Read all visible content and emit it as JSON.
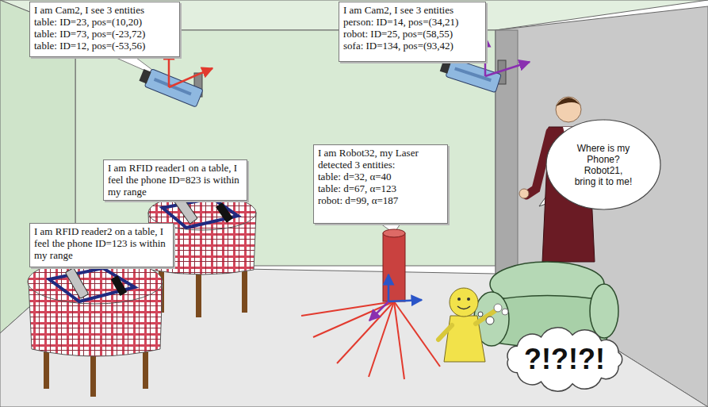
{
  "diagram": {
    "nodes": [
      {
        "text": [
          "I am Cam2, I see 3 entities",
          "table: ID=23, pos=(10,20)",
          "table: ID=73, pos=(-23,72)",
          "table: ID=12, pos=(-53,56)"
        ]
      },
      {
        "text": [
          "I am Cam2, I see 3 entities",
          "person: ID=14, pos=(34,21)",
          "robot: ID=25, pos=(58,55)",
          "sofa: ID=134, pos=(93,42)"
        ]
      },
      {
        "text": [
          "I am RFID reader1 on a table, I feel the phone ID=823 is within my range"
        ]
      },
      {
        "text": [
          "I am RFID reader2 on a table, I feel the phone ID=123 is within my range"
        ]
      },
      {
        "text": [
          "I am Robot32, my Laser detected 3 entities:",
          "table: d=32, α=40",
          "table: d=67, α=123",
          "robot: d=99, α=187"
        ]
      },
      {
        "text": [
          "Where is my Phone? Robot21, bring it to me!"
        ]
      },
      {
        "text": [
          "?!?!?!"
        ]
      }
    ]
  }
}
